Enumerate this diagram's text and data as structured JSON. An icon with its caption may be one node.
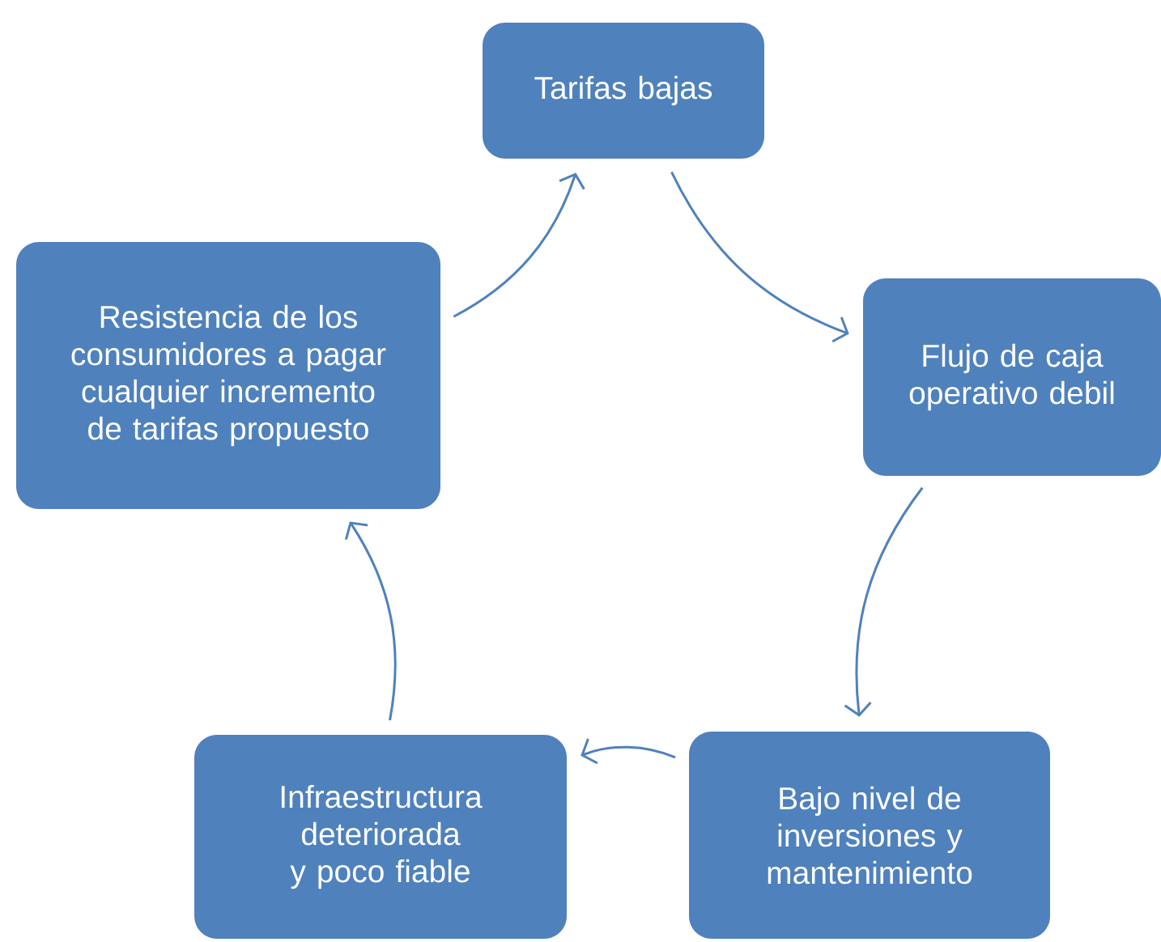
{
  "diagram": {
    "nodes": [
      {
        "text": [
          "Tarifas bajas"
        ]
      },
      {
        "text": [
          "Flujo de caja operativo debil"
        ]
      },
      {
        "text": [
          "Bajo nivel de inversiones y mantenimiento"
        ]
      },
      {
        "text": [
          "Infraestructura deteriorada y poco fiable"
        ]
      },
      {
        "text": [
          "Resistencia de los consumidores a pagar cualquier incremento de tarifas propuesto"
        ]
      }
    ],
    "edges": [
      {
        "from": 0,
        "to": 1,
        "arrow": "to"
      },
      {
        "from": 1,
        "to": 2,
        "arrow": "to"
      },
      {
        "from": 2,
        "to": 3,
        "arrow": "to"
      },
      {
        "from": 3,
        "to": 4,
        "arrow": "to"
      },
      {
        "from": 4,
        "to": 0,
        "arrow": "to"
      }
    ]
  }
}
